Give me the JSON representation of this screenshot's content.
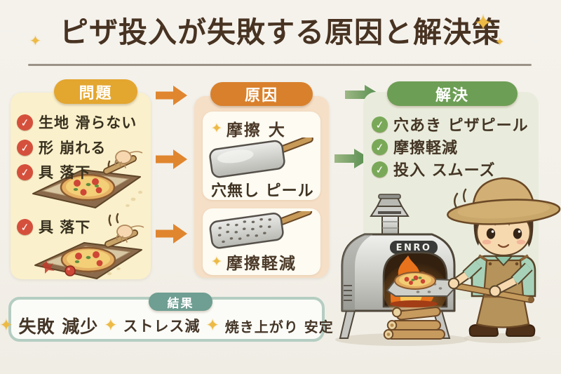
{
  "title": {
    "text": "ピザ投入が失敗する原因と解決策"
  },
  "icons": {
    "sparkle": "✦",
    "check": "✓"
  },
  "problem": {
    "header": "問題",
    "items": [
      "生地 滑らない",
      "形 崩れる",
      "具 落下",
      "具 落下"
    ]
  },
  "cause": {
    "header": "原因",
    "card1": {
      "title": "摩擦 大",
      "caption": "穴無し ピール"
    },
    "card2": {
      "caption": "摩擦軽減"
    }
  },
  "solution": {
    "header": "解決",
    "items": [
      "穴あき ピザピール",
      "摩擦軽減",
      "投入 スムーズ"
    ]
  },
  "result": {
    "header": "結果",
    "items": [
      "失敗 減少",
      "ストレス減",
      "焼き上がり 安定"
    ]
  },
  "illustration": {
    "oven_brand": "ENRO"
  },
  "colors": {
    "background": "#f3f0e9",
    "title_text": "#483322",
    "problem_accent": "#e3a62f",
    "problem_panel": "#faf0cb",
    "problem_check": "#d5503c",
    "cause_accent": "#d9802c",
    "cause_panel": "#f6dfc7",
    "card_bg": "#fdfbf2",
    "solution_accent": "#6d9e55",
    "solution_panel": "#e9ecdc",
    "solution_check": "#79a958",
    "result_accent": "#6f9e92",
    "result_border": "#b5cdc2",
    "arrow_orange": "#e0862f",
    "arrow_green": "#5f8f52",
    "sparkle_gold": "#ecba45",
    "text_dark": "#3a3025"
  }
}
